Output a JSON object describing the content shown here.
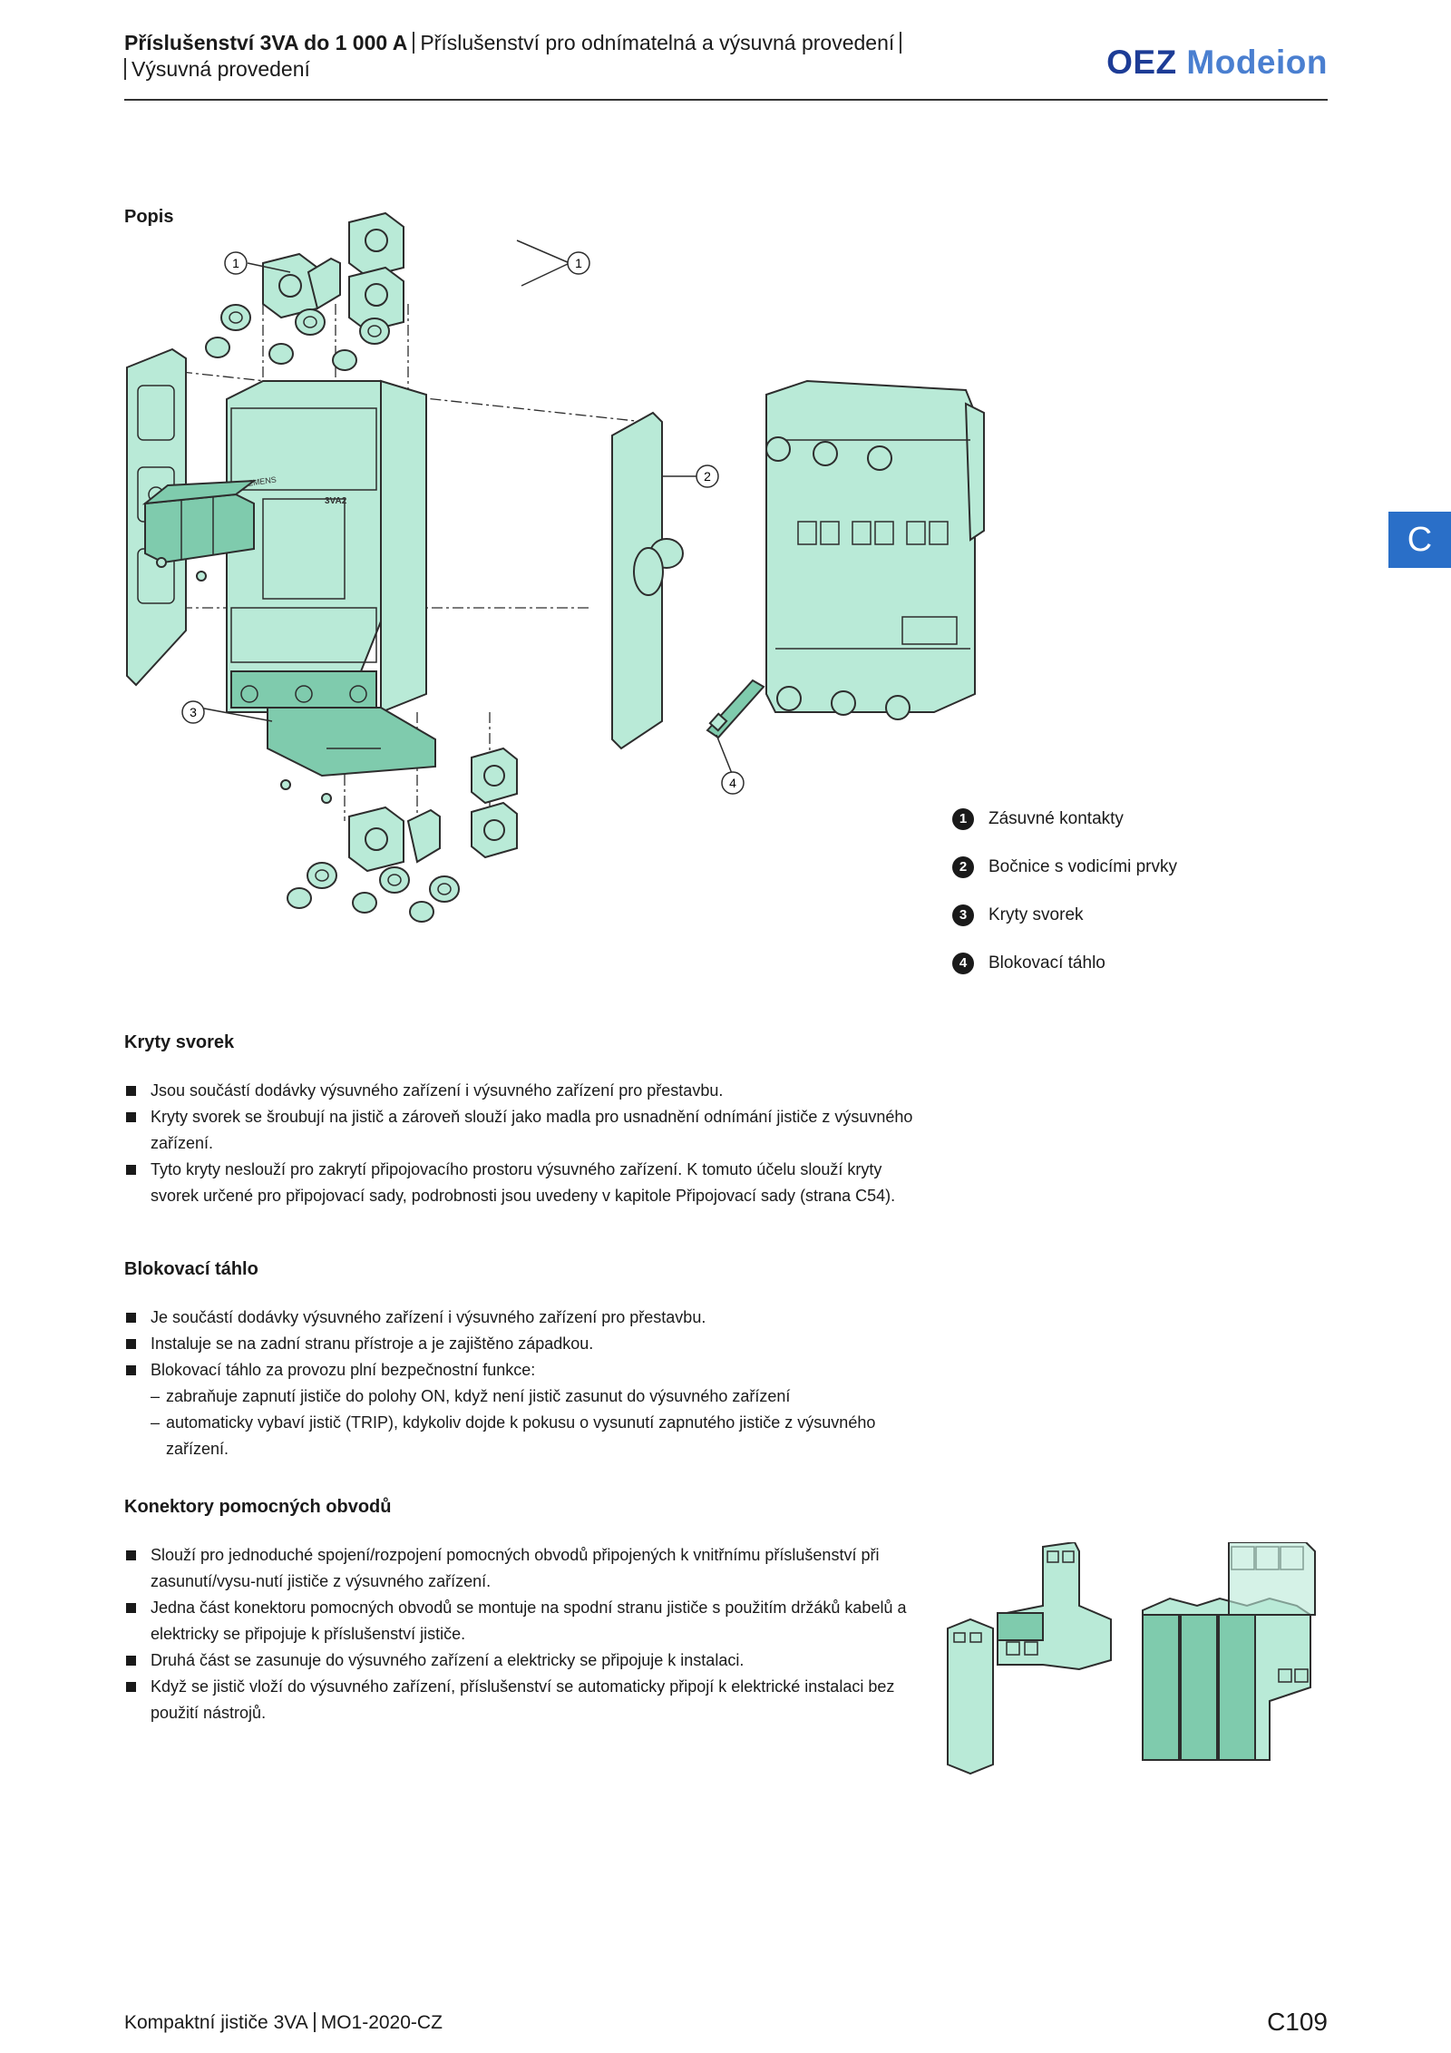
{
  "header": {
    "title_bold": "Příslušenství 3VA do 1 000 A",
    "title_rest": "Příslušenství pro odnímatelná a výsuvná provedení",
    "title_line2": "Výsuvná provedení",
    "logo_oez": "OEZ",
    "logo_modeion": "Modeion"
  },
  "side_tab": {
    "letter": "C"
  },
  "popis": {
    "title": "Popis",
    "device_label": "3VA2",
    "brand_label": "SIEMENS",
    "callouts": [
      "1",
      "1",
      "2",
      "3",
      "4"
    ],
    "legend": [
      {
        "num": "1",
        "text": "Zásuvné kontakty"
      },
      {
        "num": "2",
        "text": "Bočnice s vodicími prvky"
      },
      {
        "num": "3",
        "text": "Kryty svorek"
      },
      {
        "num": "4",
        "text": "Blokovací táhlo"
      }
    ]
  },
  "sections": {
    "kryty": {
      "title": "Kryty svorek",
      "items": [
        "Jsou součástí dodávky výsuvného zařízení i výsuvného zařízení pro přestavbu.",
        "Kryty svorek se šroubují na jistič a zároveň slouží jako madla pro usnadnění odnímání jističe z výsuvného zařízení.",
        "Tyto kryty neslouží pro zakrytí připojovacího prostoru výsuvného zařízení. K tomuto účelu slouží kryty svorek určené pro připojovací sady, podrobnosti jsou uvedeny v kapitole Připojovací sady (strana C54)."
      ]
    },
    "blokovaci": {
      "title": "Blokovací táhlo",
      "items": [
        "Je součástí dodávky výsuvného zařízení i výsuvného zařízení pro přestavbu.",
        "Instaluje se na zadní stranu přístroje a je zajištěno západkou.",
        "Blokovací táhlo za provozu plní bezpečnostní funkce:"
      ],
      "subitems": [
        "zabraňuje zapnutí jističe do polohy ON, když není jistič zasunut do výsuvného zařízení",
        "automaticky vybaví jistič (TRIP), kdykoliv dojde k pokusu o vysunutí zapnutého jističe z výsuvného zařízení."
      ]
    },
    "konektory": {
      "title": "Konektory pomocných obvodů",
      "items": [
        "Slouží pro jednoduché spojení/rozpojení pomocných obvodů připojených k vnitřnímu příslušenství při zasunutí/vysu-nutí jističe z výsuvného zařízení.",
        "Jedna část konektoru pomocných obvodů se montuje na spodní stranu jističe s použitím držáků kabelů a elektricky se připojuje k příslušenství jističe.",
        "Druhá část se zasunuje do výsuvného zařízení a elektricky se připojuje k instalaci.",
        "Když se jistič vloží do výsuvného zařízení, příslušenství se automaticky připojí k elektrické instalaci bez použití nástrojů."
      ]
    }
  },
  "footer": {
    "left_a": "Kompaktní jističe 3VA",
    "left_b": "MO1-2020-CZ",
    "page": "C109"
  }
}
